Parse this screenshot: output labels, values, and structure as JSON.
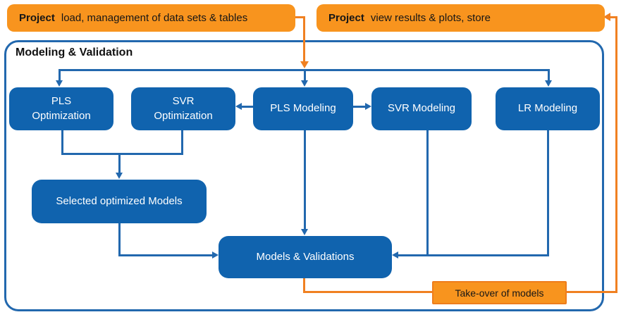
{
  "colors": {
    "node_blue": "#1063AE",
    "line_blue": "#2268AE",
    "orange": "#F8941E",
    "orange_line": "#F08021",
    "orange_border": "#EE7D1C",
    "text_on_blue": "#FFFFFF",
    "text_on_orange": "#161616"
  },
  "top_boxes": {
    "left": {
      "bold": "Project",
      "rest": "load, management of data sets & tables"
    },
    "right": {
      "bold": "Project",
      "rest": "view results & plots, store"
    }
  },
  "container": {
    "title": "Modeling & Validation"
  },
  "nodes": {
    "pls_opt": {
      "line1": "PLS",
      "line2": "Optimization"
    },
    "svr_opt": {
      "line1": "SVR",
      "line2": "Optimization"
    },
    "pls_mod": {
      "label": "PLS Modeling"
    },
    "svr_mod": {
      "label": "SVR Modeling"
    },
    "lr_mod": {
      "label": "LR Modeling"
    },
    "selected": {
      "label": "Selected optimized Models"
    },
    "models_val": {
      "label": "Models & Validations"
    },
    "takeover": {
      "label": "Take-over of models"
    }
  }
}
